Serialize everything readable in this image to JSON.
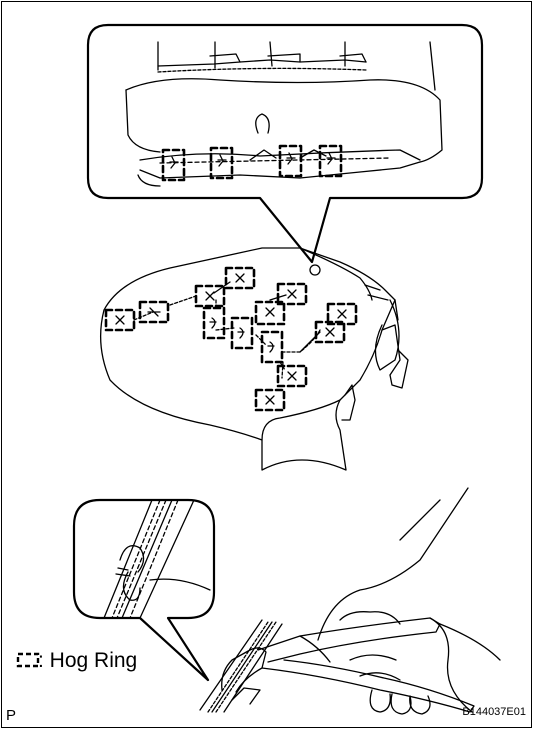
{
  "figure": {
    "legend": {
      "symbol": "hog-ring-symbol",
      "text": ": Hog Ring"
    },
    "corner_mark": "P",
    "figure_number": "B144037E01"
  },
  "colors": {
    "line": "#000000",
    "background": "#ffffff"
  }
}
